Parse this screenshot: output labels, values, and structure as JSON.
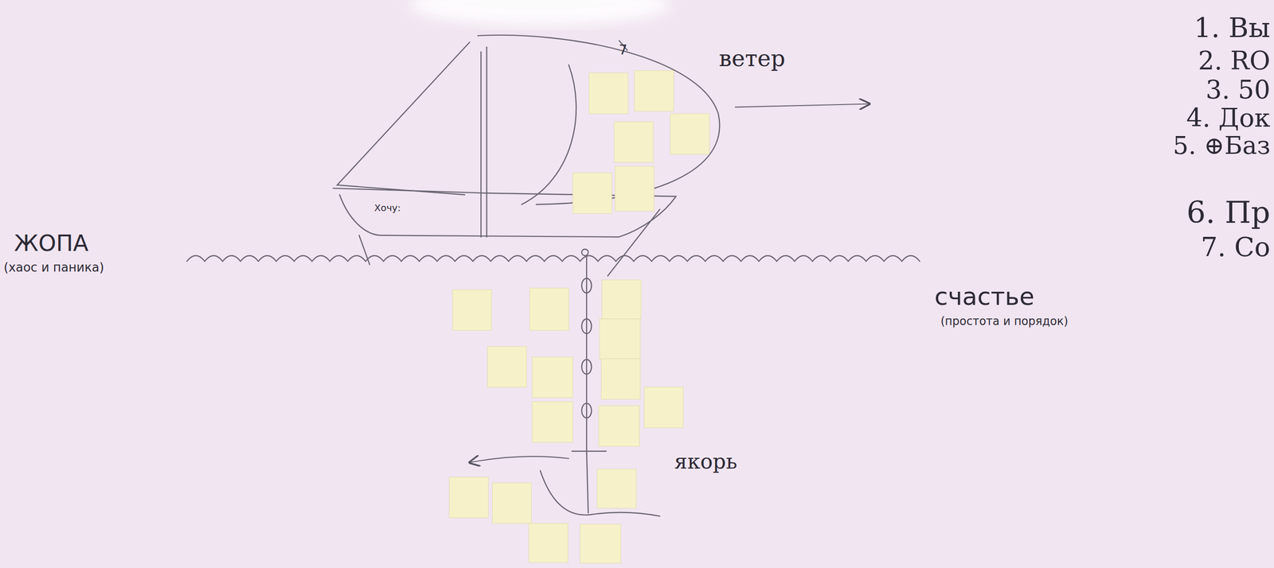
{
  "diagram": {
    "labels": [
      "7",
      "ветер",
      "Хочу:",
      "ЖОПА",
      "(хаос и паника)",
      "счастье",
      "(простота и порядок)",
      "якорь",
      "1. Вы",
      "2. RO",
      "3. 50",
      "4. Док",
      "5. ⊕Баз",
      "6. Пр",
      "7. Со"
    ]
  }
}
